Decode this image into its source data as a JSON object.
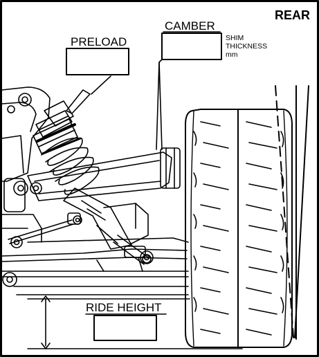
{
  "labels": {
    "corner": "REAR",
    "preload": "PRELOAD",
    "camber": "CAMBER",
    "shim_line1": "SHIM",
    "shim_line2": "THICKNESS",
    "shim_unit": "mm",
    "ride_height": "RIDE HEIGHT"
  },
  "entry_fields": {
    "preload": "",
    "camber": "",
    "ride_height": ""
  },
  "colors": {
    "ink": "#000000",
    "corner_label": "#c8c8c8",
    "background": "#ffffff"
  }
}
